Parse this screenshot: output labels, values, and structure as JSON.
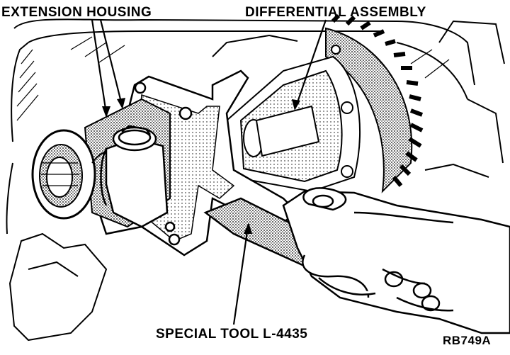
{
  "labels": {
    "extension_housing": "EXTENSION HOUSING",
    "differential_assembly": "DIFFERENTIAL ASSEMBLY",
    "special_tool": "SPECIAL TOOL L-4435",
    "figure_ref": "RB749A"
  },
  "colors": {
    "ink": "#000000",
    "paper": "#ffffff"
  }
}
